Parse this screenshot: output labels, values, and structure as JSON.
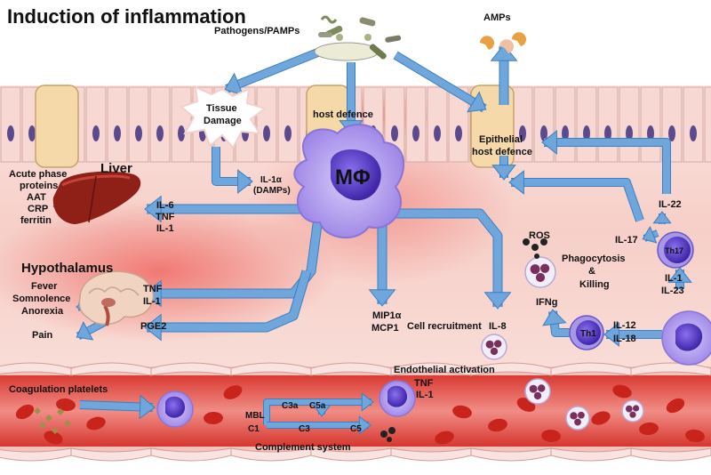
{
  "title": "Induction of inflammation",
  "pathogens": "Pathogens/PAMPs",
  "amps": "AMPs",
  "tissue_damage": [
    "Tissue",
    "Damage"
  ],
  "host_defence": "host defence",
  "epithelial_host_defence": [
    "Epithelial",
    "host defence"
  ],
  "macrophage": "MΦ",
  "damps": [
    "IL-1α",
    "(DAMPs)"
  ],
  "liver": {
    "title": "Liver",
    "proteins": [
      "Acute phase",
      "proteins",
      "AAT",
      "CRP",
      "ferritin"
    ],
    "cytokines": [
      "IL-6",
      "TNF",
      "IL-1"
    ]
  },
  "hypothalamus": {
    "title": "Hypothalamus",
    "symptoms": [
      "Fever",
      "Somnolence",
      "Anorexia"
    ],
    "pain": "Pain",
    "cytokines": [
      "TNF",
      "IL-1"
    ],
    "pge2": "PGE2"
  },
  "recruitment": {
    "chemokines": [
      "MIP1α",
      "MCP1"
    ],
    "cell_recruitment": "Cell recruitment",
    "il8": "IL-8"
  },
  "neutrophil": {
    "ros": "ROS",
    "phagocytosis": [
      "Phagocytosis",
      "&",
      "Killing"
    ]
  },
  "th17": {
    "label": "Th17",
    "il22": "IL-22",
    "il17": "IL-17",
    "inducers": [
      "IL-1",
      "IL-23"
    ]
  },
  "th1": {
    "label": "Th1",
    "ifng": "IFNg",
    "inducers": [
      "IL-12",
      "IL-18"
    ]
  },
  "endothelial": {
    "activation": "Endothelial activation",
    "cytokines": [
      "TNF",
      "IL-1"
    ]
  },
  "coagulation": "Coagulation platelets",
  "complement": {
    "title": "Complement system",
    "labels": [
      "C3a",
      "C5a",
      "MBL",
      "C1",
      "C3",
      "C5"
    ]
  },
  "colors": {
    "arrow": "#6fa6dc",
    "arrow_edge": "#3d7fc0",
    "tissue": "#f4c4bc",
    "vessel": "#c9302a",
    "rbc": "#c8241c",
    "macrophage": "#b9a4ee",
    "nucleus": "#5a3fc2"
  }
}
